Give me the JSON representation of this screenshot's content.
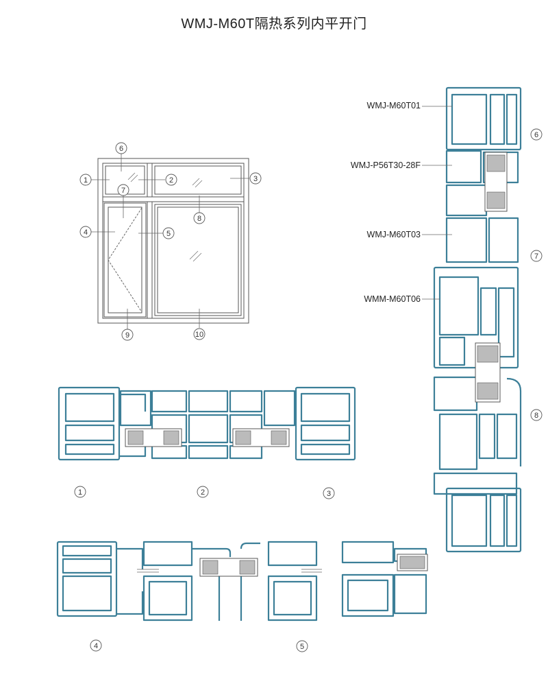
{
  "title": "WMJ-M60T隔热系列内平开门",
  "profile_labels": [
    "WMJ-M60T01",
    "WMJ-P56T30-28F",
    "WMJ-M60T03",
    "WMM-M60T06"
  ],
  "window_callouts": [
    "1",
    "2",
    "3",
    "4",
    "5",
    "6",
    "7",
    "8",
    "9",
    "10"
  ],
  "side_callouts": [
    "6",
    "7",
    "8"
  ],
  "section_callouts": [
    "1",
    "2",
    "3",
    "4",
    "5"
  ],
  "colors": {
    "profile": "#3c7f98",
    "line": "#555555",
    "gasket": "#666666"
  }
}
